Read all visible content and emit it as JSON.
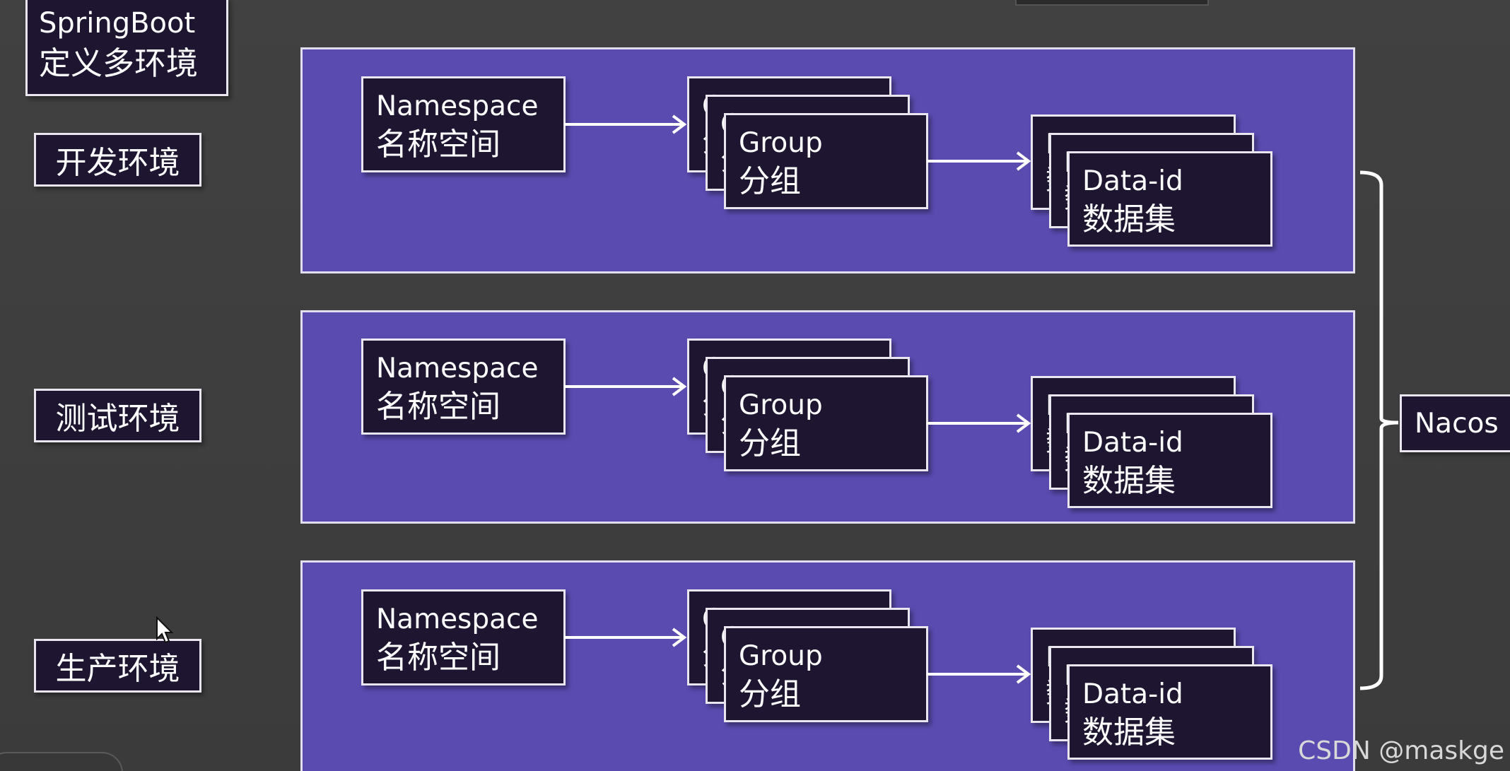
{
  "title": {
    "line1": "SpringBoot",
    "line2": "定义多环境"
  },
  "environments": [
    {
      "label": "开发环境"
    },
    {
      "label": "测试环境"
    },
    {
      "label": "生产环境"
    }
  ],
  "namespace": {
    "line1": "Namespace",
    "line2": "名称空间"
  },
  "group": {
    "line1": "Group",
    "line2": "分组"
  },
  "dataid": {
    "line1": "Data-id",
    "line2": "数据集"
  },
  "nacos": {
    "label": "Nacos"
  },
  "watermark": "CSDN @maskge",
  "colors": {
    "panel": "#5a4bb0",
    "box": "#1e1630",
    "border": "#e9e6f0",
    "background": "#3d3d3d"
  }
}
